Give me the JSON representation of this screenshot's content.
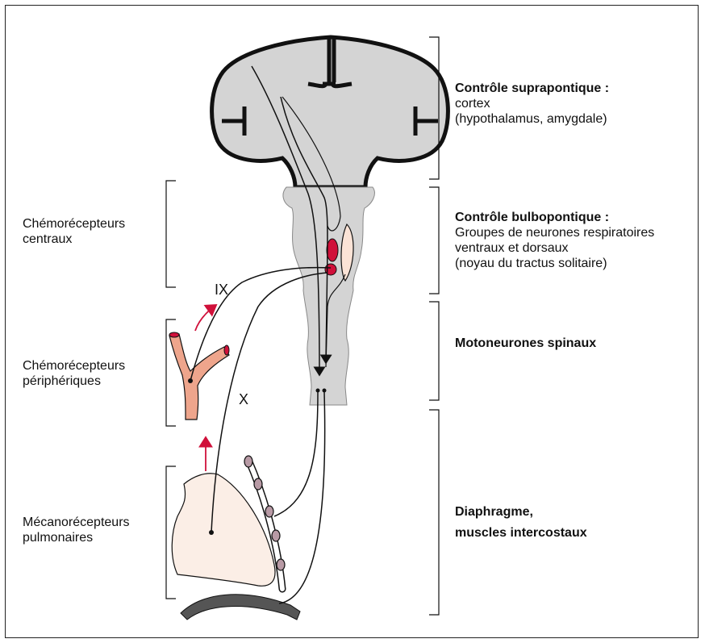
{
  "right_labels": {
    "supra_title": "Contrôle suprapontique :",
    "supra_line1": "cortex",
    "supra_line2": "(hypothalamus, amygdale)",
    "bulbo_title": "Contrôle bulbopontique :",
    "bulbo_line1": "Groupes de neurones respiratoires",
    "bulbo_line2": "ventraux et dorsaux",
    "bulbo_line3": "(noyau du tractus solitaire)",
    "moto_title": "Motoneurones spinaux",
    "diaph_line1": "Diaphragme,",
    "diaph_line2": "muscles intercostaux"
  },
  "left_labels": {
    "central_line1": "Chémorécepteurs",
    "central_line2": "centraux",
    "periph_line1": "Chémorécepteurs",
    "periph_line2": "périphériques",
    "meca_line1": "Mécanorécepteurs",
    "meca_line2": "pulmonaires"
  },
  "nerve_labels": {
    "ix": "IX",
    "x": "X"
  },
  "colors": {
    "brain_fill": "#d4d4d4",
    "nucleus_red": "#d0103a",
    "vessel": "#eea58c",
    "lung_fill": "#fbeee6",
    "rib_node": "#b89aa5",
    "arrow_red": "#d0103a"
  }
}
